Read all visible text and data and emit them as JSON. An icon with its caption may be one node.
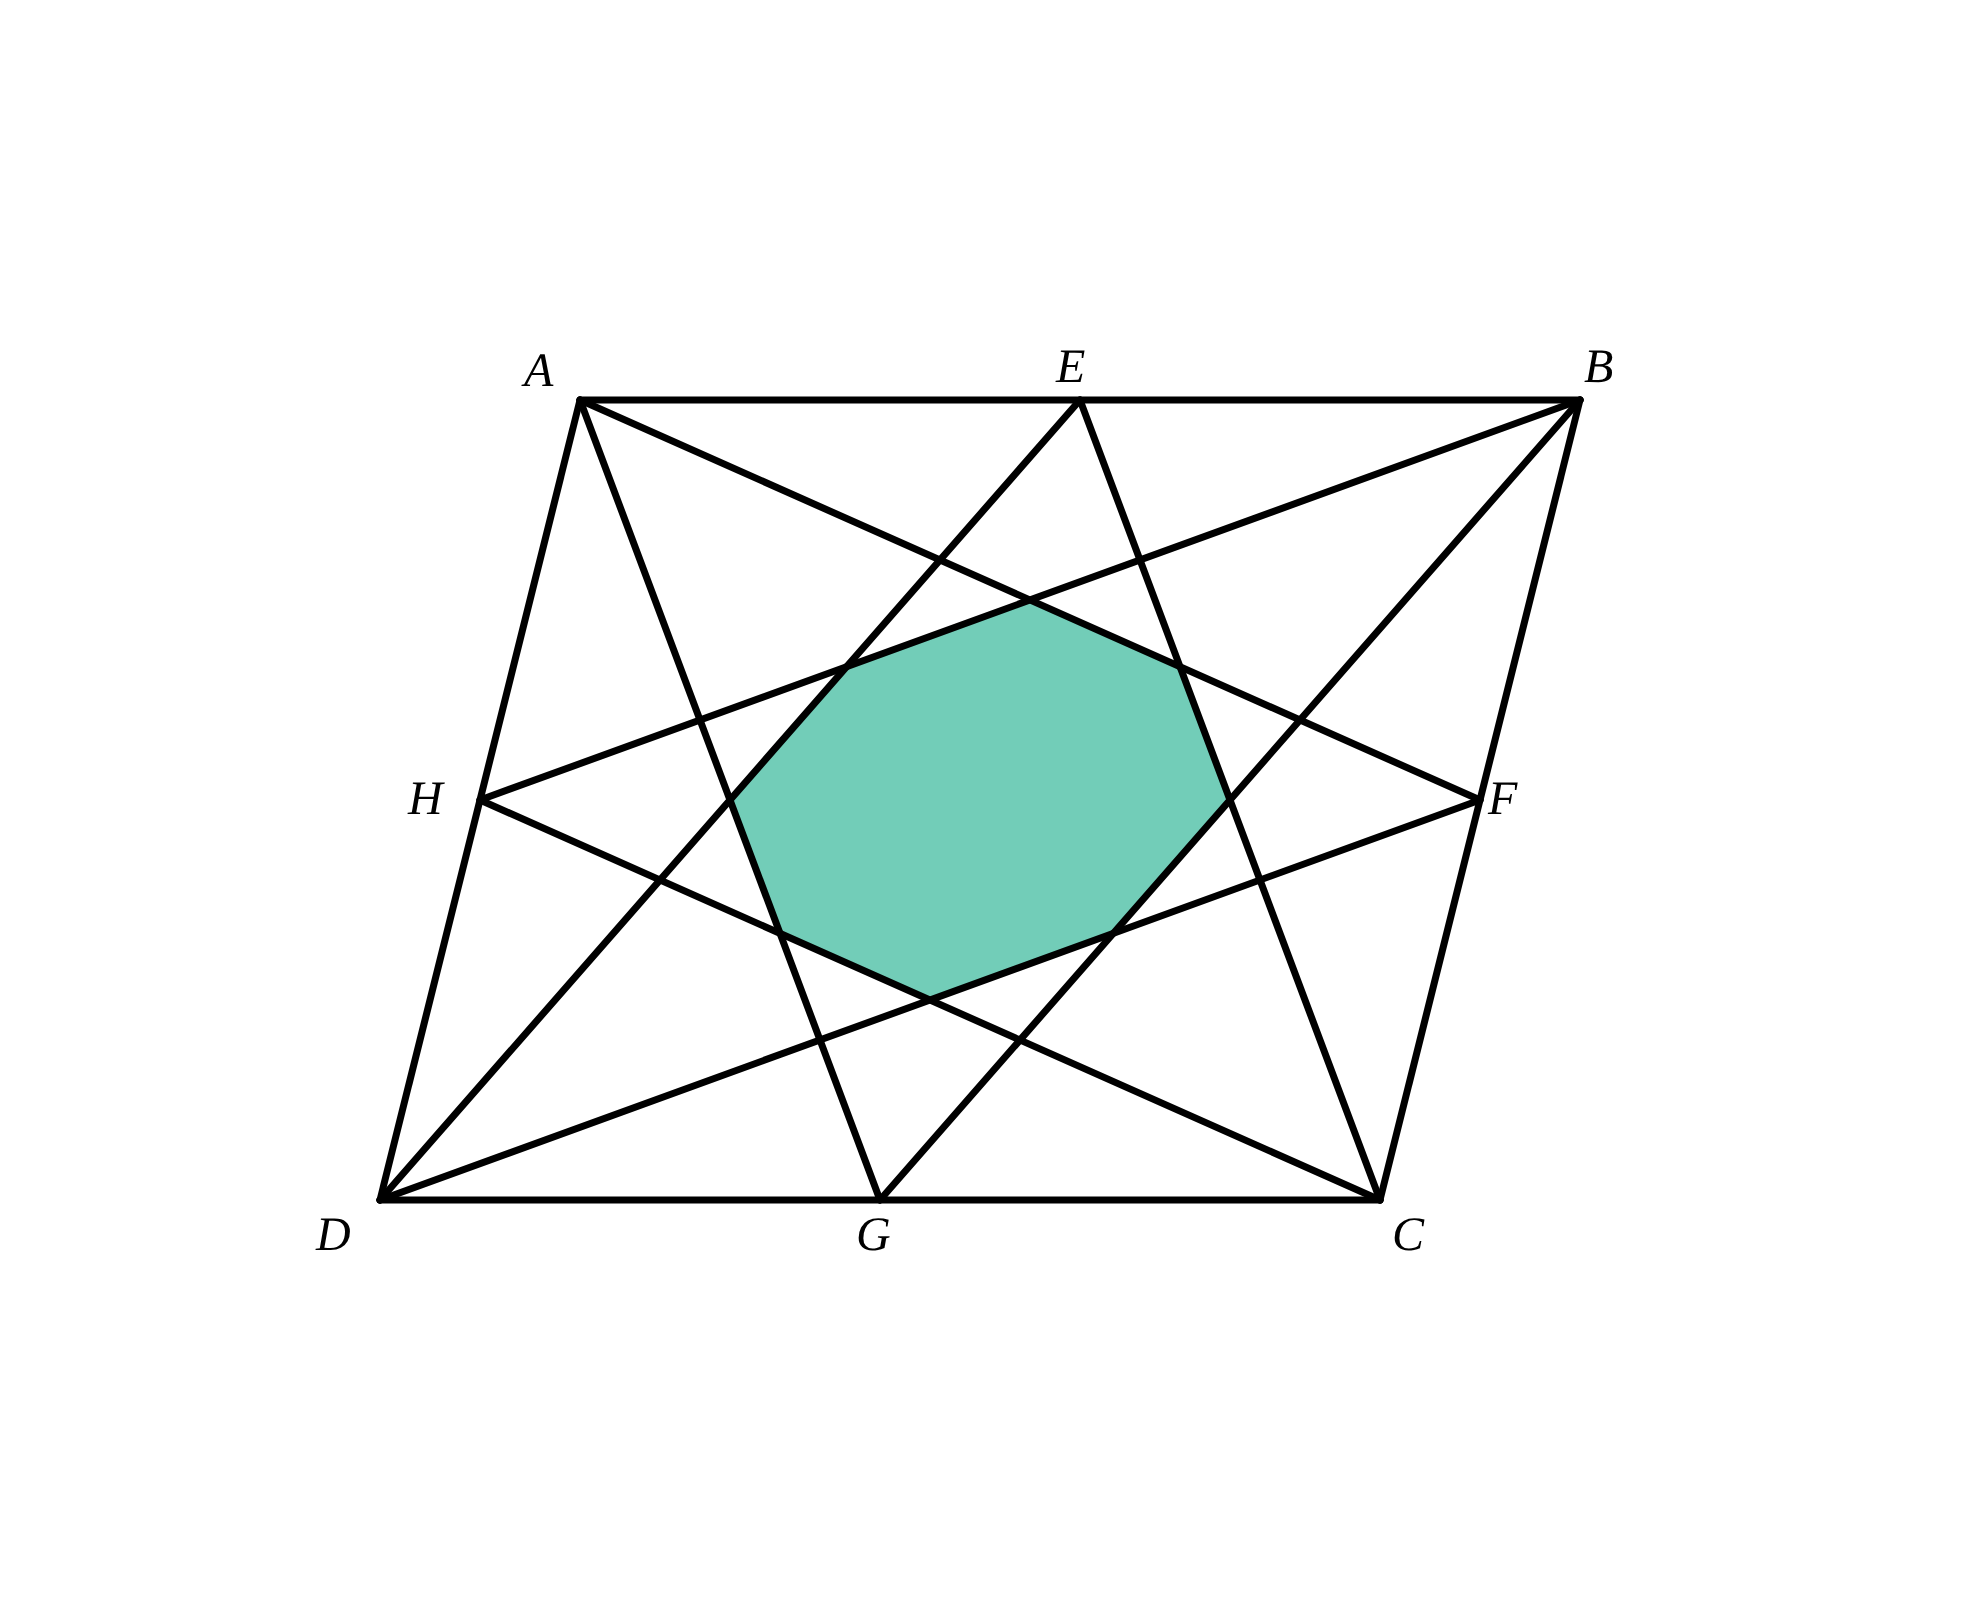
{
  "diagram": {
    "nodes": [
      {
        "text": [
          "A"
        ]
      },
      {
        "text": [
          "E"
        ]
      },
      {
        "text": [
          "B"
        ]
      },
      {
        "text": [
          "H"
        ]
      },
      {
        "text": [
          "F"
        ]
      },
      {
        "text": [
          "D"
        ]
      },
      {
        "text": [
          "G"
        ]
      },
      {
        "text": [
          "C"
        ]
      },
      {
        "text": [],
        "shape": "octagon"
      }
    ],
    "edges": [
      {
        "from": 0,
        "to": 2,
        "arrow": "none"
      },
      {
        "from": 2,
        "to": 7,
        "arrow": "none"
      },
      {
        "from": 7,
        "to": 5,
        "arrow": "none"
      },
      {
        "from": 5,
        "to": 0,
        "arrow": "none"
      },
      {
        "from": 0,
        "to": 4,
        "arrow": "none"
      },
      {
        "from": 0,
        "to": 6,
        "arrow": "none"
      },
      {
        "from": 1,
        "to": 5,
        "arrow": "none"
      },
      {
        "from": 1,
        "to": 7,
        "arrow": "none"
      },
      {
        "from": 2,
        "to": 3,
        "arrow": "none"
      },
      {
        "from": 2,
        "to": 6,
        "arrow": "none"
      },
      {
        "from": 3,
        "to": 7,
        "arrow": "none"
      },
      {
        "from": 4,
        "to": 5,
        "arrow": "none"
      }
    ]
  }
}
